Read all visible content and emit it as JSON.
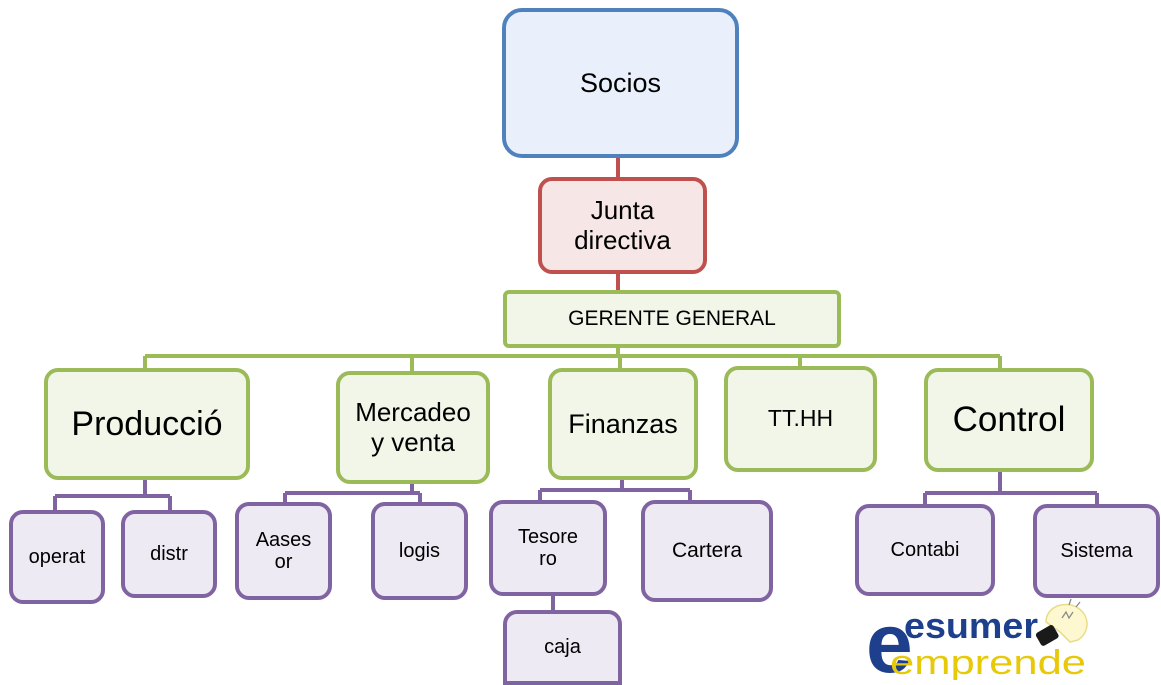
{
  "diagram": {
    "socios": "Socios",
    "junta": "Junta directiva",
    "gerente": "GERENTE GENERAL",
    "departments": [
      {
        "label": "Producció"
      },
      {
        "label": "Mercadeo y venta"
      },
      {
        "label": "Finanzas"
      },
      {
        "label": "TT.HH"
      },
      {
        "label": "Control"
      }
    ],
    "subunits": [
      {
        "label": "operat"
      },
      {
        "label": "distr"
      },
      {
        "label": "Aasesor"
      },
      {
        "label": "logis"
      },
      {
        "label": "Tesorero"
      },
      {
        "label": "Cartera"
      },
      {
        "label": "caja"
      },
      {
        "label": "Contabi"
      },
      {
        "label": "Sistema"
      }
    ]
  },
  "logo": {
    "line1": "esumer",
    "line2": "emprende"
  },
  "colors": {
    "socios_border": "#4f81bd",
    "junta_border": "#c0504d",
    "green_border": "#9bbb59",
    "purple_border": "#8064a2",
    "logo_blue": "#1e3f8c",
    "logo_yellow": "#e8c90a"
  }
}
